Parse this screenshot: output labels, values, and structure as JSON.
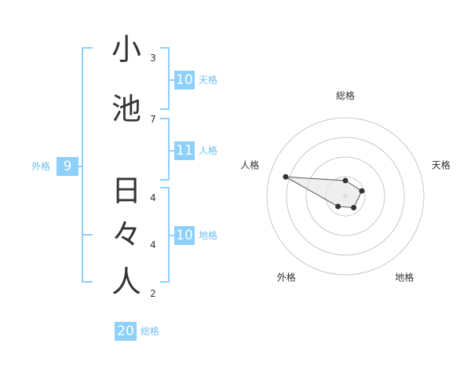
{
  "name": {
    "chars": [
      {
        "char": "小",
        "strokes": "3"
      },
      {
        "char": "池",
        "strokes": "7"
      },
      {
        "char": "日",
        "strokes": "4"
      },
      {
        "char": "々",
        "strokes": "4"
      },
      {
        "char": "人",
        "strokes": "2"
      }
    ]
  },
  "kaku": {
    "tenkaku": {
      "value": "10",
      "label": "天格"
    },
    "jinkaku": {
      "value": "11",
      "label": "人格"
    },
    "chikaku": {
      "value": "10",
      "label": "地格"
    },
    "gaikaku": {
      "value": "9",
      "label": "外格"
    },
    "soukaku": {
      "value": "20",
      "label": "総格"
    }
  },
  "colors": {
    "accent": "#8dd0fb",
    "accent_text": "#74c0f2",
    "text": "#333333",
    "ring": "#c8c8c8",
    "fill": "#e8e8e8"
  },
  "chart_data": {
    "type": "radar",
    "axes": [
      "総格",
      "天格",
      "地格",
      "外格",
      "人格"
    ],
    "values": [
      0.2,
      0.22,
      0.18,
      0.16,
      0.8
    ],
    "max": 1,
    "rings": 4
  }
}
